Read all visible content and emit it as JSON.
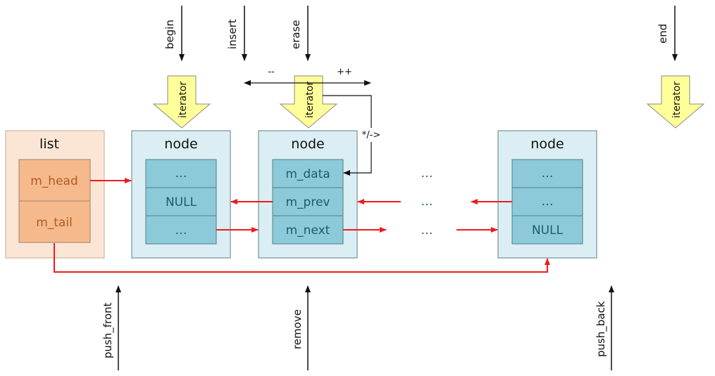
{
  "list": {
    "title": "list",
    "head": "m_head",
    "tail": "m_tail"
  },
  "nodes": [
    {
      "title": "node",
      "fields": [
        "…",
        "NULL",
        "…"
      ]
    },
    {
      "title": "node",
      "fields": [
        "m_data",
        "m_prev",
        "m_next"
      ]
    },
    {
      "title": "node",
      "fields": [
        "…",
        "…",
        "NULL"
      ]
    }
  ],
  "ellipsis": [
    "…",
    "…",
    "…"
  ],
  "iterator_label": "iterator",
  "top_ops": {
    "begin": "begin",
    "insert": "insert",
    "erase": "erase",
    "end": "end"
  },
  "bottom_ops": {
    "push_front": "push_front",
    "remove": "remove",
    "push_back": "push_back"
  },
  "iter_ops": {
    "decrement": "--",
    "increment": "++",
    "deref": "*/->"
  },
  "colors": {
    "list_fill": "#fbe6d6",
    "list_border": "#c9a98e",
    "member_fill": "#f5b98c",
    "member_text": "#b35a1f",
    "node_fill": "#dbeef4",
    "node_border": "#607c86",
    "field_fill": "#8ccad9",
    "field_text": "#1f5a6b",
    "iterator_fill": "#ffff99",
    "iterator_border": "#8a8a8a",
    "link_red": "#ee1c1c"
  }
}
